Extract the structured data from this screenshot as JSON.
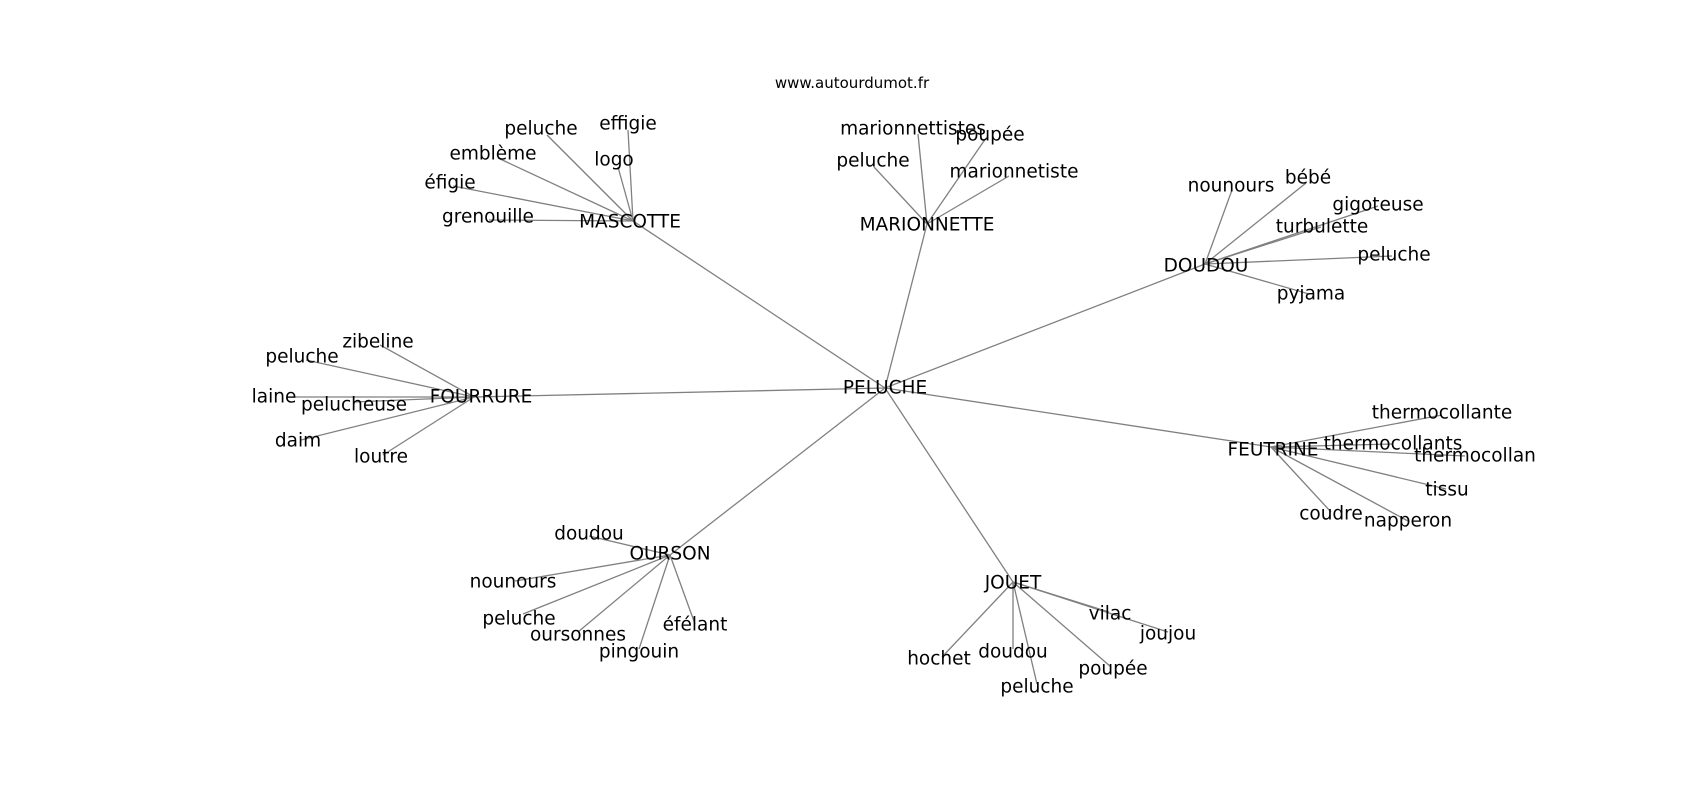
{
  "header": {
    "source": "www.autourdumot.fr"
  },
  "colors": {
    "edge": "#808080",
    "text": "#000000",
    "background": "#ffffff"
  },
  "graph": {
    "root": "PELUCHE",
    "groups": [
      {
        "hub": "MASCOTTE",
        "leaves": [
          "peluche",
          "effigie",
          "logo",
          "emblème",
          "éfigie",
          "grenouille"
        ]
      },
      {
        "hub": "MARIONNETTE",
        "leaves": [
          "marionnettistes",
          "poupée",
          "peluche",
          "marionnetiste"
        ]
      },
      {
        "hub": "DOUDOU",
        "leaves": [
          "nounours",
          "bébé",
          "gigoteuse",
          "turbulette",
          "peluche",
          "pyjama"
        ]
      },
      {
        "hub": "FOURRURE",
        "leaves": [
          "zibeline",
          "peluche",
          "laine",
          "pelucheuse",
          "daim",
          "loutre"
        ]
      },
      {
        "hub": "FEUTRINE",
        "leaves": [
          "thermocollante",
          "thermocollants",
          "thermocollan",
          "tissu",
          "coudre",
          "napperon"
        ]
      },
      {
        "hub": "OURSON",
        "leaves": [
          "doudou",
          "nounours",
          "peluche",
          "oursonnes",
          "pingouin",
          "éfélant"
        ]
      },
      {
        "hub": "JOUET",
        "leaves": [
          "vilac",
          "joujou",
          "hochet",
          "doudou",
          "poupée",
          "peluche"
        ]
      }
    ]
  }
}
